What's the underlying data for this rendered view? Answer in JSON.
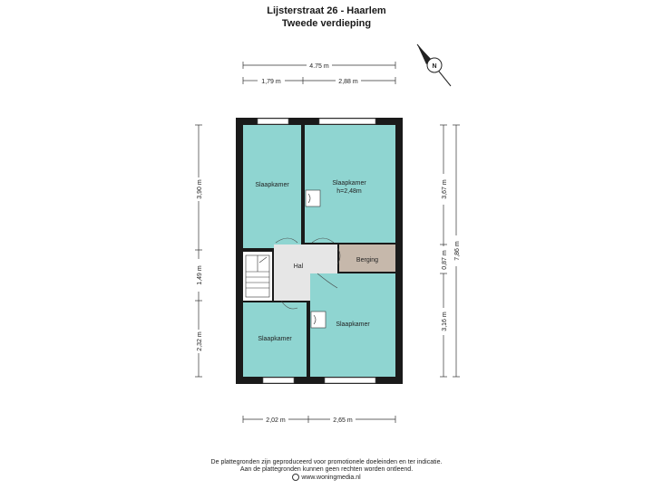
{
  "title": "Lijsterstraat 26 - Haarlem",
  "subtitle": "Tweede verdieping",
  "dimensions": {
    "top_total": "4.75 m",
    "top_left": "1,79 m",
    "top_right": "2,88 m",
    "left_top": "3,90 m",
    "left_mid": "1,49 m",
    "left_bottom": "2,32 m",
    "right_top": "3,67 m",
    "right_mid": "0,87 m",
    "right_total": "7,86 m",
    "right_bottom": "3,16 m",
    "bottom_left": "2,02 m",
    "bottom_right": "2,65 m"
  },
  "rooms": {
    "bedroom_top_left": "Slaapkamer",
    "bedroom_top_right": "Slaapkamer",
    "bedroom_top_right_height": "h=2,48m",
    "hall": "Hal",
    "storage": "Berging",
    "bedroom_bottom_left": "Slaapkamer",
    "bedroom_bottom_right": "Slaapkamer"
  },
  "compass_label": "N",
  "colors": {
    "room_fill": "#8fd5d1",
    "hall_fill": "#e6e6e6",
    "storage_fill": "#c6b8ab",
    "wall": "#1a1a1a"
  },
  "footer": {
    "line1": "De plattegronden zijn geproduceerd voor promotionele doeleinden en ter indicatie.",
    "line2": "Aan de plattegronden kunnen geen rechten worden ontleend.",
    "line3": "www.woningmedia.nl"
  }
}
